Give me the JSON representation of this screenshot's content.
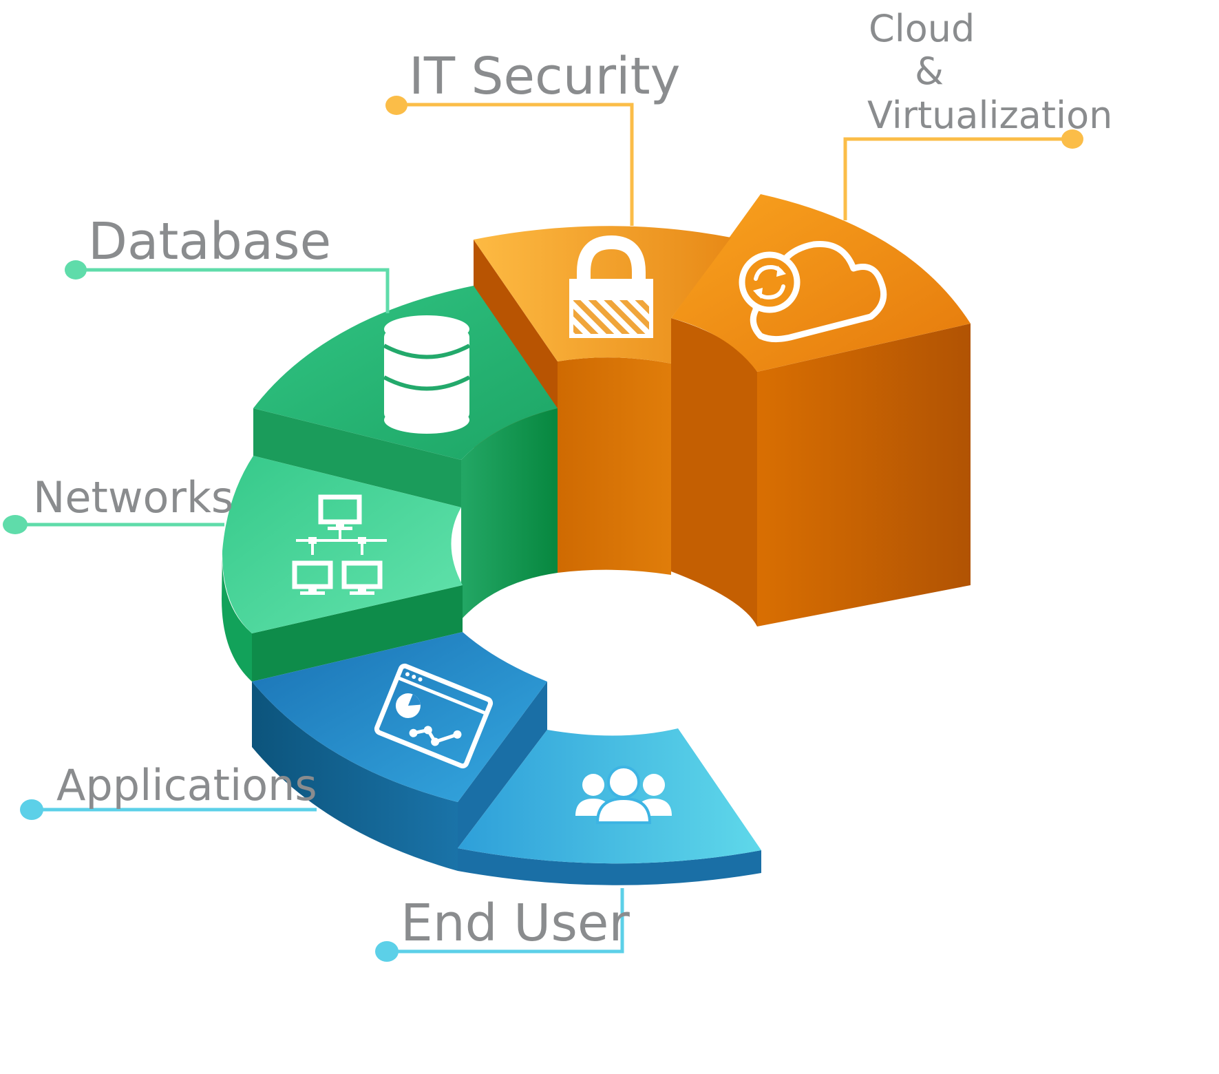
{
  "segments": [
    {
      "key": "it_security",
      "label": "IT Security",
      "icon": "padlock-icon",
      "color": "#f5a623"
    },
    {
      "key": "cloud",
      "label_lines": [
        "Cloud",
        "&",
        "Virtualization"
      ],
      "icon": "cloud-sync-icon",
      "color": "#ef8c13"
    },
    {
      "key": "database",
      "label": "Database",
      "icon": "database-icon",
      "color": "#2db87a"
    },
    {
      "key": "networks",
      "label": "Networks",
      "icon": "network-icon",
      "color": "#4fd39a"
    },
    {
      "key": "applications",
      "label": "Applications",
      "icon": "app-window-chart-icon",
      "color": "#1f7fbf"
    },
    {
      "key": "end_user",
      "label": "End User",
      "icon": "users-group-icon",
      "color": "#4fc3e3"
    }
  ],
  "labels": {
    "it_security": "IT Security",
    "cloud_line1": "Cloud",
    "cloud_line2": "&",
    "cloud_line3": "Virtualization",
    "database": "Database",
    "networks": "Networks",
    "applications": "Applications",
    "end_user": "End User"
  },
  "colors": {
    "orange_connector": "#fbbd48",
    "green_connector": "#5fdcaa",
    "blue_connector": "#5cd0e8",
    "label_text": "#8a8c8e"
  }
}
